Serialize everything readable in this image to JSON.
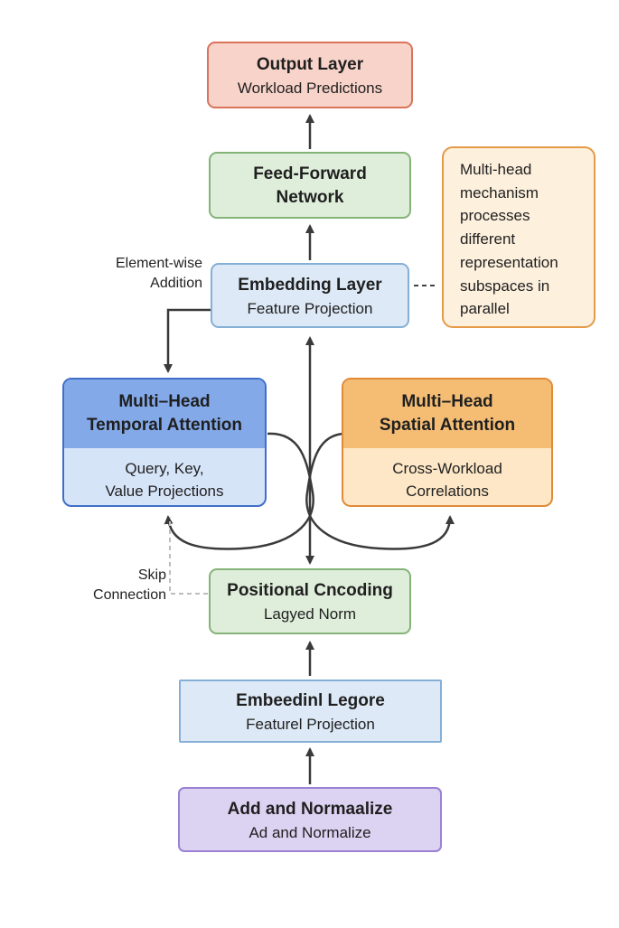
{
  "output_layer": {
    "title": "Output Layer",
    "subtitle": "Workload Predictions"
  },
  "feed_forward": {
    "title_line1": "Feed-Forward",
    "title_line2": "Network"
  },
  "embedding_layer": {
    "title": "Embedding Layer",
    "subtitle": "Feature Projection"
  },
  "note": {
    "lines": [
      "Multi-head",
      "mechanism",
      "processes",
      "different",
      "representation",
      "subspaces in",
      "parallel"
    ]
  },
  "element_wise": {
    "line1": "Element-wise",
    "line2": "Addition"
  },
  "temporal_attention": {
    "title_line1": "Multi–Head",
    "title_line2": "Temporal Attention",
    "sub_line1": "Query, Key,",
    "sub_line2": "Value Projections"
  },
  "spatial_attention": {
    "title_line1": "Multi–Head",
    "title_line2": "Spatial Attention",
    "sub_line1": "Cross-Workload",
    "sub_line2": "Correlations"
  },
  "skip": {
    "line1": "Skip",
    "line2": "Connection"
  },
  "positional": {
    "title": "Positional Cncoding",
    "subtitle": "Lagyed Norm"
  },
  "embeddinl": {
    "title": "Embeedinl Legore",
    "subtitle": "Featurel Projection"
  },
  "add_norm": {
    "title": "Add and Normaalize",
    "subtitle": "Ad and Normalize"
  },
  "colors": {
    "output_fill": "#f8d3c9",
    "output_border": "#d9735b",
    "green_fill": "#dfeedb",
    "green_border": "#84b377",
    "blue_fill": "#dde9f6",
    "blue_border": "#86afd6",
    "note_fill": "#fdf0dd",
    "note_border": "#e59a48",
    "temporal_head": "#83a9e8",
    "temporal_body": "#d6e4f8",
    "temporal_border": "#3f6fc9",
    "spatial_head": "#f5bd74",
    "spatial_body": "#fde7c6",
    "spatial_border": "#e08a37",
    "purple_fill": "#dcd2f2",
    "purple_border": "#9b81d4",
    "arrow": "#3a3a3a"
  }
}
